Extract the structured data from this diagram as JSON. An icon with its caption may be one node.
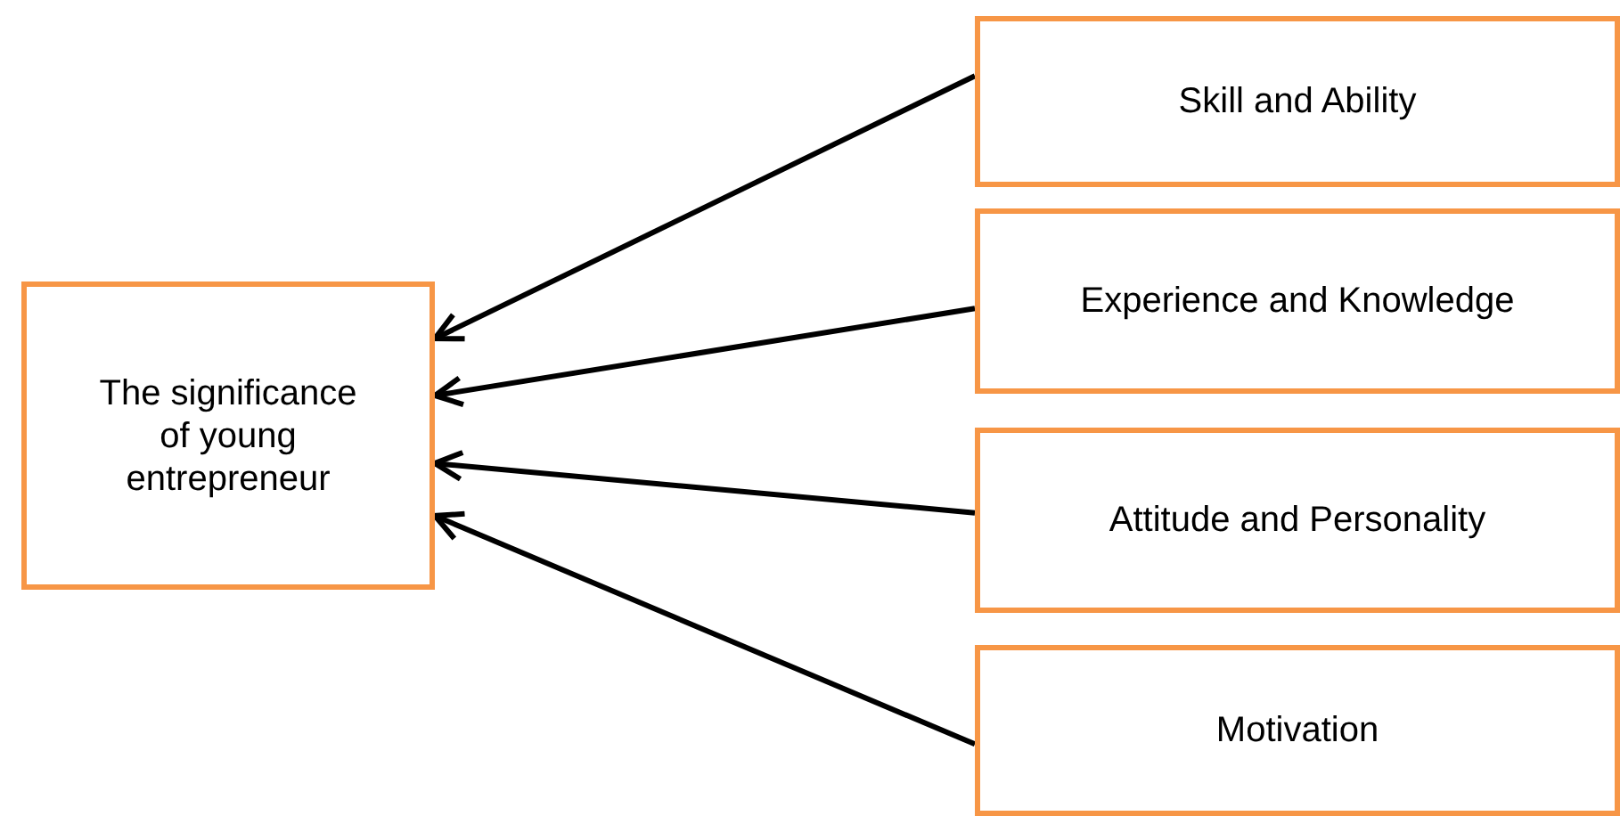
{
  "diagram": {
    "nodes": [
      {
        "text": [
          "The significance of young entrepreneur"
        ]
      },
      {
        "text": [
          "Skill and Ability"
        ]
      },
      {
        "text": [
          "Experience and Knowledge"
        ]
      },
      {
        "text": [
          "Attitude and Personality"
        ]
      },
      {
        "text": [
          "Motivation"
        ]
      }
    ],
    "edges": [
      {
        "from": 1,
        "to": 0,
        "arrow": "to"
      },
      {
        "from": 2,
        "to": 0,
        "arrow": "to"
      },
      {
        "from": 3,
        "to": 0,
        "arrow": "to"
      },
      {
        "from": 4,
        "to": 0,
        "arrow": "to"
      }
    ]
  }
}
